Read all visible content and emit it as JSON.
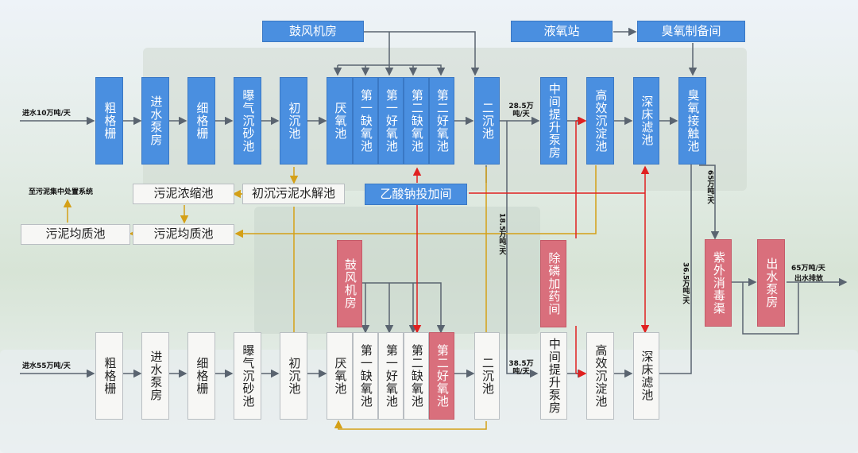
{
  "colors": {
    "blue": "#4a8fe0",
    "red_box": "#d96f7c",
    "white_box": "#f7f7f5",
    "gray_line": "#5a6470",
    "gold_line": "#d4a017",
    "red_line": "#e02020"
  },
  "top_row": {
    "blower_room": "鼓风机房",
    "liquid_oxygen_station": "液氧站",
    "ozone_prep_room": "臭氧制备间",
    "inlet_label": "进水10万吨/天",
    "coarse_screen": "粗格栅",
    "inlet_pump": "进水泵房",
    "fine_screen": "细格栅",
    "aerated_grit": "曝气沉砂池",
    "primary_clarifier": "初沉池",
    "anaerobic": "厌氧池",
    "anoxic_1": "第一缺氧池",
    "aerobic_1": "第一好氧池",
    "anoxic_2": "第二缺氧池",
    "aerobic_2": "第二好氧池",
    "secondary_clarifier": "二沉池",
    "flow_285": "28.5万吨/天",
    "mid_lift_pump": "中间提升泵房",
    "high_eff_sedimentation": "高效沉淀池",
    "deep_bed_filter": "深床滤池",
    "ozone_contact": "臭氧接触池",
    "flow_65_vertical": "65万吨/天"
  },
  "sludge": {
    "to_disposal": "至污泥集中处置系统",
    "thickener": "污泥浓缩池",
    "primary_sludge_hydrolysis": "初沉污泥水解池",
    "sodium_acetate_room": "乙酸钠投加间",
    "homogenizer_left": "污泥均质池",
    "homogenizer_right": "污泥均质池"
  },
  "middle": {
    "flow_185": "18.5万吨/天",
    "blower_room": "鼓风机房",
    "phosphorus_dosing": "除磷加药间",
    "flow_365": "36.5万吨/天",
    "uv_channel": "紫外消毒渠",
    "outlet_pump": "出水泵房",
    "outlet_flow": "65万吨/天",
    "outlet_discharge": "出水排放"
  },
  "bottom_row": {
    "inlet_label": "进水55万吨/天",
    "coarse_screen": "粗格栅",
    "inlet_pump": "进水泵房",
    "fine_screen": "细格栅",
    "aerated_grit": "曝气沉砂池",
    "primary_clarifier": "初沉池",
    "anaerobic": "厌氧池",
    "anoxic_1": "第一缺氧池",
    "aerobic_1": "第一好氧池",
    "anoxic_2": "第二缺氧池",
    "aerobic_2": "第二好氧池",
    "secondary_clarifier": "二沉池",
    "flow_385": "38.5万吨/天",
    "mid_lift_pump": "中间提升泵房",
    "high_eff_sedimentation": "高效沉淀池",
    "deep_bed_filter": "深床滤池"
  }
}
